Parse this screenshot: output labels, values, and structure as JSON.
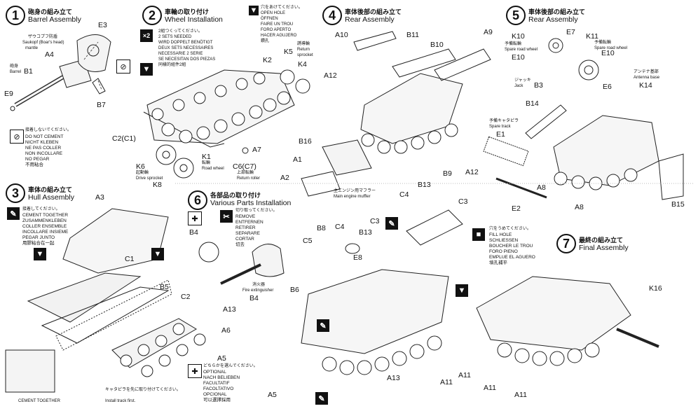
{
  "steps": {
    "s1": {
      "num": "1",
      "jp": "砲身の組み立て",
      "en": "Barrel Assembly"
    },
    "s2": {
      "num": "2",
      "jp": "車輪の取り付け",
      "en": "Wheel Installation"
    },
    "s3": {
      "num": "3",
      "jp": "車体の組み立て",
      "en": "Hull Assembly"
    },
    "s4": {
      "num": "4",
      "jp": "車体後部の組み立て",
      "en": "Rear Assembly"
    },
    "s5": {
      "num": "5",
      "jp": "車体後部の組み立て",
      "en": "Rear Assembly"
    },
    "s6": {
      "num": "6",
      "jp": "各部品の取り付け",
      "en": "Various Parts Installation"
    },
    "s7": {
      "num": "7",
      "jp": "最終の組み立て",
      "en": "Final Assembly"
    }
  },
  "notes": {
    "do_not_cement": [
      "接着しないでください。",
      "DO NOT CEMENT",
      "NICHT KLEBEN",
      "NE PAS COLLER",
      "NON INCOLLARE",
      "NO PEGAR",
      "不用粘合"
    ],
    "sets_needed": [
      "2組つくってください。",
      "2 SETS NEEDED",
      "WIRD DOPPELT BENÖTIGT",
      "DEUX SETS NECESSAIRES",
      "NECESSARIE 2 SERIE",
      "SE NECESITAN DOS PIEZAS",
      "同樣的組件2組"
    ],
    "sets_badge": "×2",
    "open_hole": [
      "穴をあけてください。",
      "OPEN HOLE",
      "ÖFFNEN",
      "FAIRE UN TROU",
      "FORO APERTO",
      "HACER AGUJERO",
      "鑽孔"
    ],
    "cement_together": [
      "接着してください。",
      "CEMENT TOGETHER",
      "ZUSAMMENKLEBEN",
      "COLLER ENSEMBLE",
      "INCOLLARE INSIEME",
      "PEGAR JUNTO",
      "用膠粘合在一起"
    ],
    "remove": [
      "切り取ってください。",
      "REMOVE",
      "ENTFERNEN",
      "RETIRER",
      "SEPARARE",
      "CORTAR",
      "切去"
    ],
    "optional": [
      "どちらかを選んでください。",
      "OPTIONAL",
      "NACH BELIEBEN",
      "FACULTATIF",
      "FACOLTATIVO",
      "OPCIONAL",
      "可以選擇採用"
    ],
    "fill_hole": [
      "穴をうめてください。",
      "FILL HOLE",
      "SCHLIESSEN",
      "BOUCHER LE TROU",
      "FORO PIENO",
      "EMPLUE EL AGUERO",
      "填孔補平"
    ],
    "install_track": [
      "キャタピラを先に取り付けてください。",
      "Install track first."
    ],
    "cement_together_small": "CEMENT TOGETHER"
  },
  "s1_parts": {
    "E3": "E3",
    "A4": "A4",
    "B1": "B1",
    "B7": "B7",
    "E9": "E9",
    "sleeve_jp": "ザウコプフ防盾",
    "sleeve_en1": "Saukopf (Boar's head)",
    "sleeve_en2": "mantle",
    "barrel_jp": "砲身",
    "barrel_en": "Barrel"
  },
  "s2_parts": {
    "K2": "K2",
    "K5": "K5",
    "K4": "K4",
    "C2C1": "C2(C1)",
    "A7": "A7",
    "K1": "K1",
    "C6C7": "C6(C7)",
    "K6": "K6",
    "K8": "K8",
    "return_jp": "誘導輪",
    "return_en1": "Return",
    "return_en2": "sprocket",
    "road_jp": "転輪",
    "road_en": "Road wheel",
    "roller_jp": "上部転輪",
    "roller_en": "Return roller",
    "drive_jp": "起動輪",
    "drive_en": "Drive sprocket"
  },
  "s3_parts": {
    "A3": "A3",
    "C1": "C1",
    "B5": "B5",
    "C2": "C2"
  },
  "s4_parts": {
    "A10": "A10",
    "B11": "B11",
    "B10": "B10",
    "A9": "A9",
    "A12a": "A12",
    "A12b": "A12",
    "B16": "B16",
    "A1": "A1",
    "A2": "A2",
    "muffler_jp": "主エンジン用マフラー",
    "muffler_en": "Main engine muffler"
  },
  "s5_parts": {
    "K10": "K10",
    "E7": "E7",
    "K11": "K11",
    "E10a": "E10",
    "E10b": "E10",
    "B3": "B3",
    "E6": "E6",
    "K14": "K14",
    "B14": "B14",
    "E1": "E1",
    "B9": "B9",
    "A8a": "A8",
    "A8b": "A8",
    "E2": "E2",
    "B15": "B15",
    "spare_wheel_jp": "予備転輪",
    "spare_wheel_en": "Spare road wheel",
    "road_jp": "予備転輪",
    "road_en": "Spare road wheel",
    "jack_jp": "ジャッキ",
    "jack_en": "Jack",
    "track_jp": "予備キャタピラ",
    "track_en": "Spare track",
    "antenna_jp": "アンテナ基部",
    "antenna_en": "Antenna base"
  },
  "s6_parts": {
    "B4a": "B4",
    "B8": "B8",
    "C4a": "C4",
    "C3a": "C3",
    "C5": "C5",
    "B13a": "B13",
    "E8": "E8",
    "B13b": "B13",
    "C4b": "C4",
    "C3b": "C3",
    "B6": "B6",
    "A13a": "A13",
    "B4b": "B4",
    "A6": "A6",
    "A5a": "A5",
    "A5b": "A5",
    "A13b": "A13",
    "A11a": "A11",
    "A11b": "A11",
    "ext_jp": "消火器",
    "ext_en": "Fire extinguisher"
  },
  "s7_parts": {
    "K16": "K16",
    "A11": "A11"
  }
}
